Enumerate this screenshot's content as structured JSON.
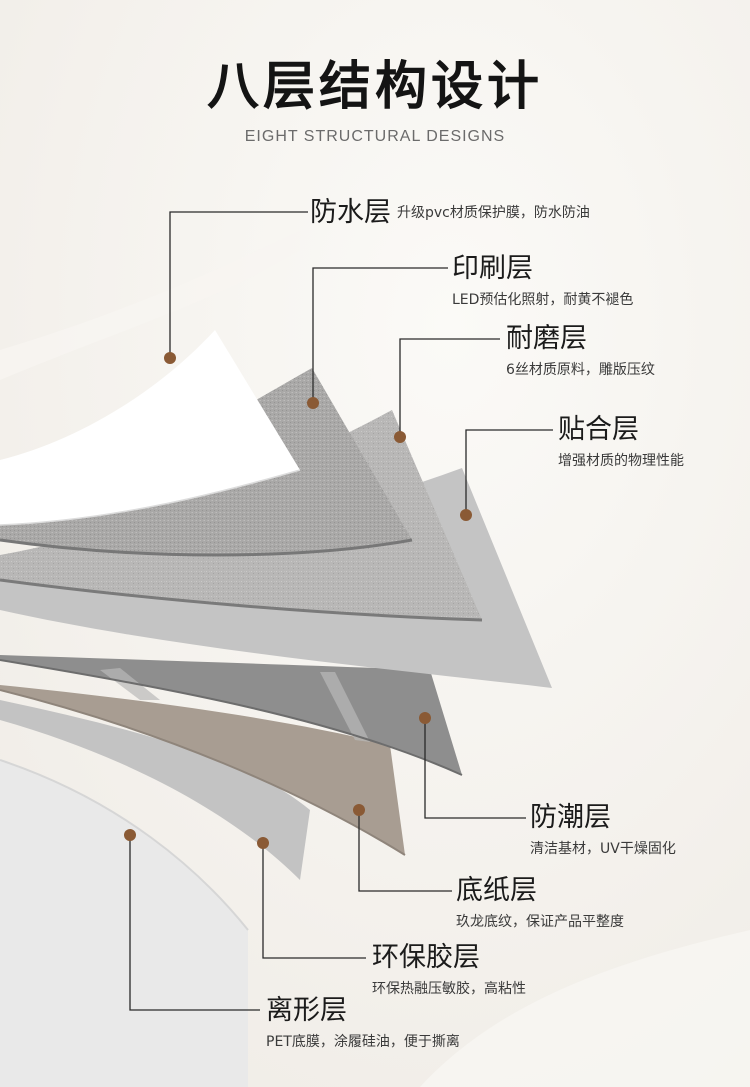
{
  "header": {
    "title": "八层结构设计",
    "subtitle": "EIGHT STRUCTURAL DESIGNS"
  },
  "layers": [
    {
      "name": "防水层",
      "desc": "升级pvc材质保护膜，防水防油",
      "color": "#ffffff"
    },
    {
      "name": "印刷层",
      "desc": "LED预估化照射，耐黄不褪色",
      "color": "#a9a8a7"
    },
    {
      "name": "耐磨层",
      "desc": "6丝材质原料，雕版压纹",
      "color": "#b8b7b6"
    },
    {
      "name": "贴合层",
      "desc": "增强材质的物理性能",
      "color": "#c4c4c4"
    },
    {
      "name": "防潮层",
      "desc": "清洁基材，UV干燥固化",
      "color": "#8f8f8f"
    },
    {
      "name": "底纸层",
      "desc": "玖龙底纹，保证产品平整度",
      "color": "#a99e93"
    },
    {
      "name": "环保胶层",
      "desc": "环保热融压敏胶，高粘性",
      "color": "#bcbcbc"
    },
    {
      "name": "离形层",
      "desc": "PET底膜，涂履硅油，便于撕离",
      "color": "#e8e8e8"
    }
  ],
  "colors": {
    "accent_dot": "#8a5a35",
    "leader_line": "#2a2a2a"
  }
}
